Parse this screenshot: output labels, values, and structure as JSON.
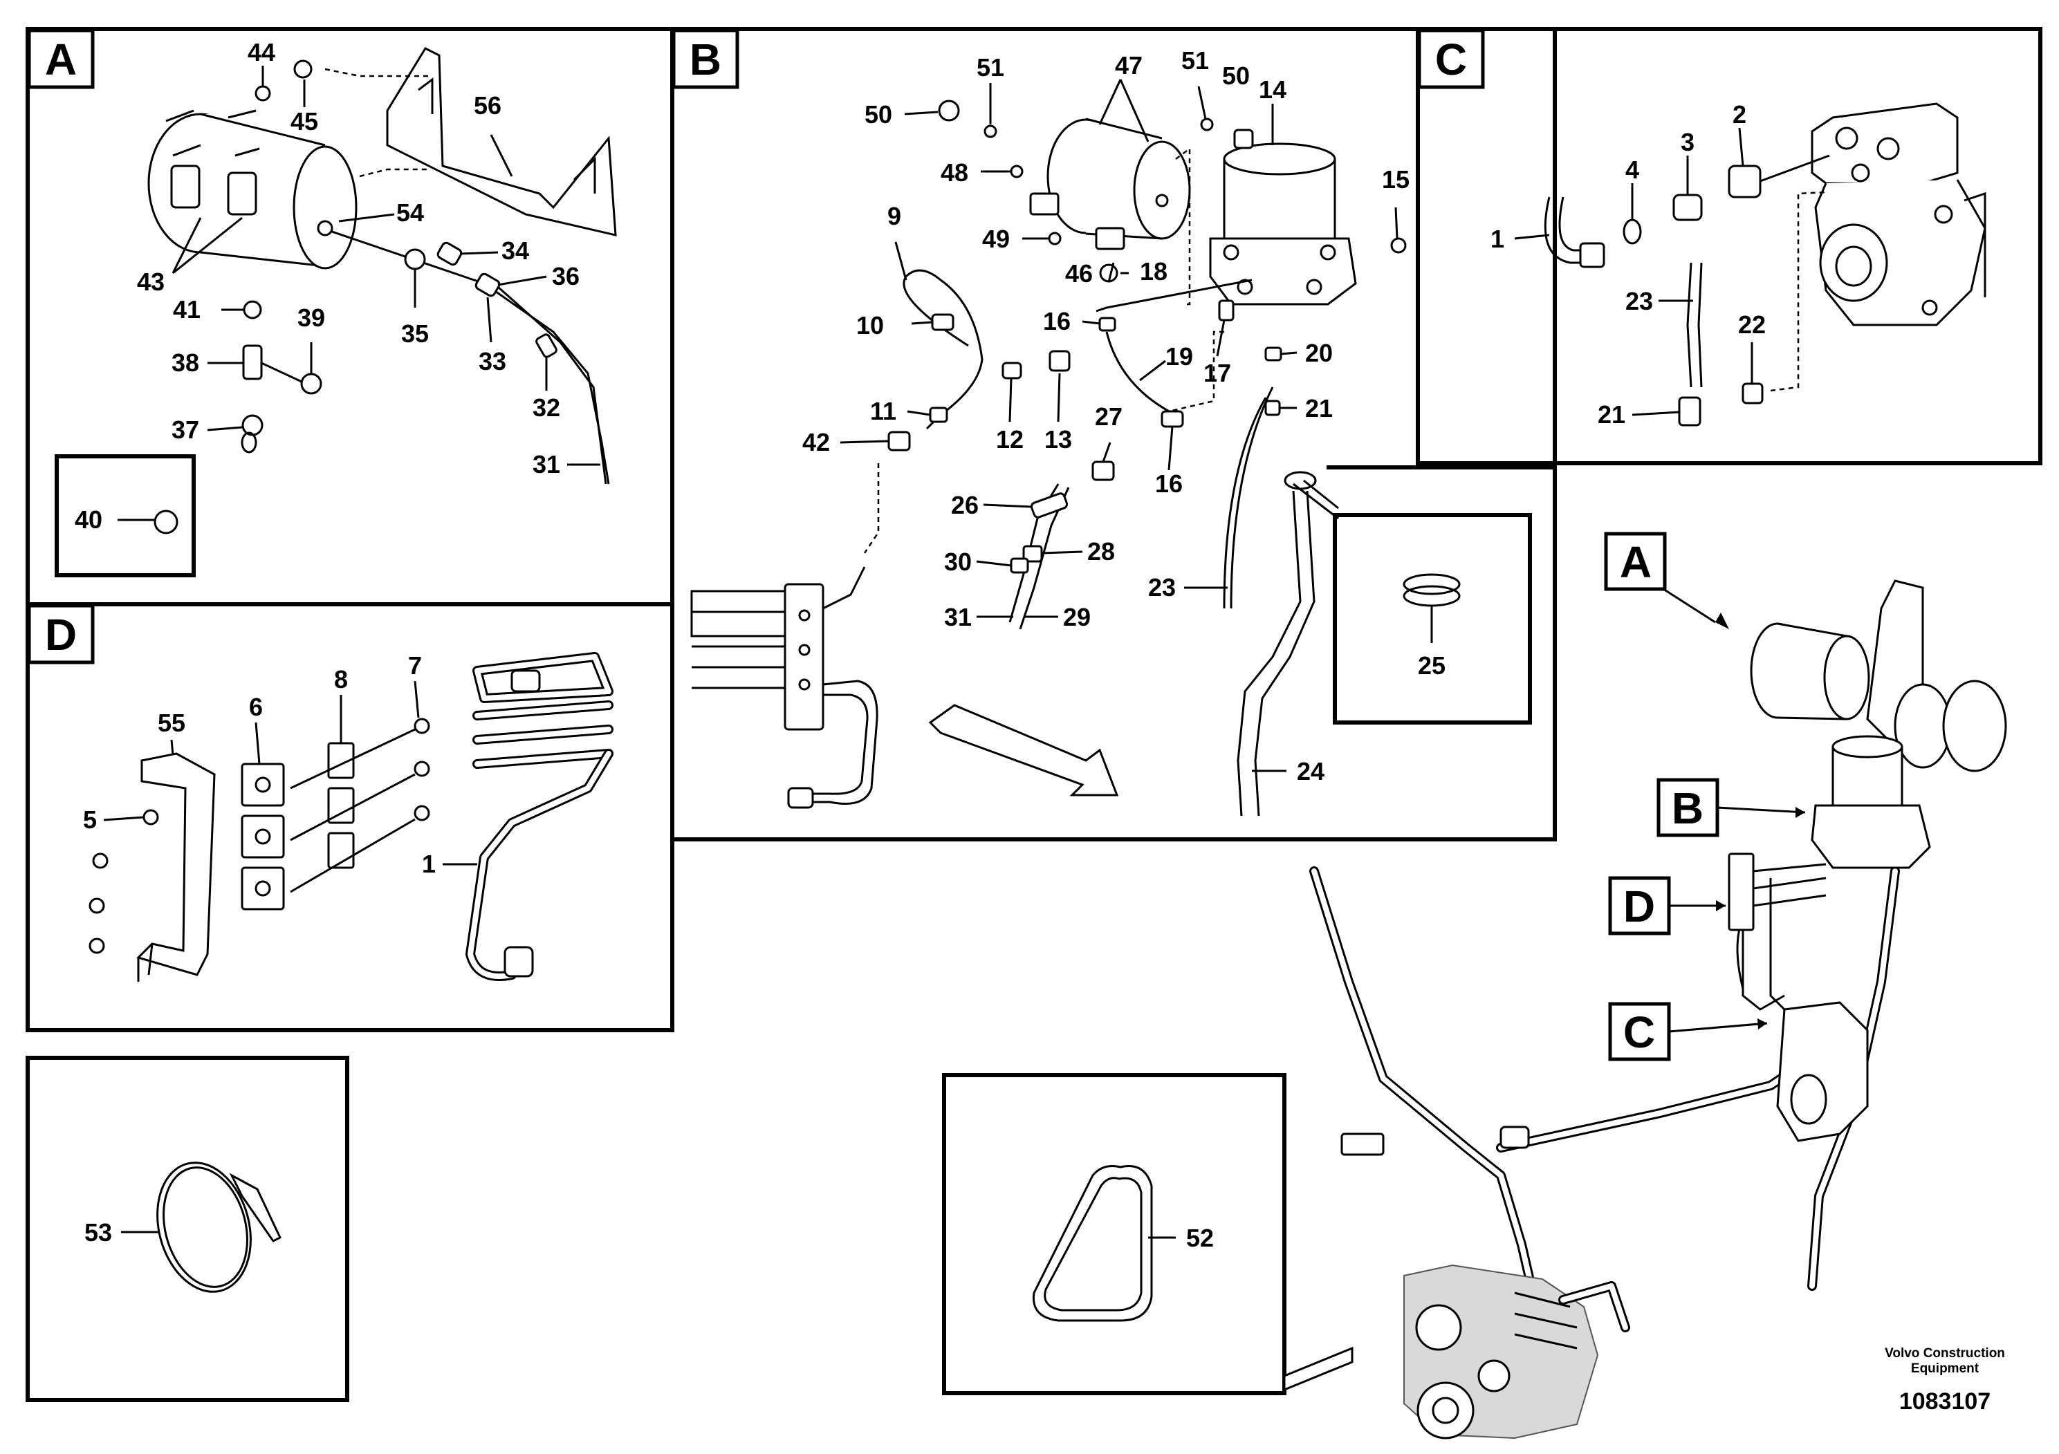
{
  "sections": {
    "A": "A",
    "B": "B",
    "C": "C",
    "D": "D"
  },
  "overview_labels": {
    "A": "A",
    "B": "B",
    "C": "C",
    "D": "D"
  },
  "callouts": {
    "A": [
      "44",
      "45",
      "56",
      "54",
      "43",
      "34",
      "36",
      "41",
      "39",
      "35",
      "33",
      "38",
      "32",
      "37",
      "31",
      "40"
    ],
    "B": [
      "51",
      "47",
      "51",
      "50",
      "14",
      "50",
      "48",
      "15",
      "49",
      "46",
      "18",
      "9",
      "16",
      "10",
      "19",
      "17",
      "20",
      "11",
      "12",
      "13",
      "27",
      "42",
      "16",
      "21",
      "26",
      "28",
      "30",
      "23",
      "31",
      "29",
      "25",
      "24"
    ],
    "C": [
      "2",
      "3",
      "4",
      "1",
      "23",
      "22",
      "21"
    ],
    "D": [
      "7",
      "8",
      "6",
      "55",
      "5",
      "1"
    ],
    "tie": "53",
    "belt": "52"
  },
  "footer": {
    "company_line1": "Volvo Construction",
    "company_line2": "Equipment",
    "drawing_number": "1083107"
  }
}
